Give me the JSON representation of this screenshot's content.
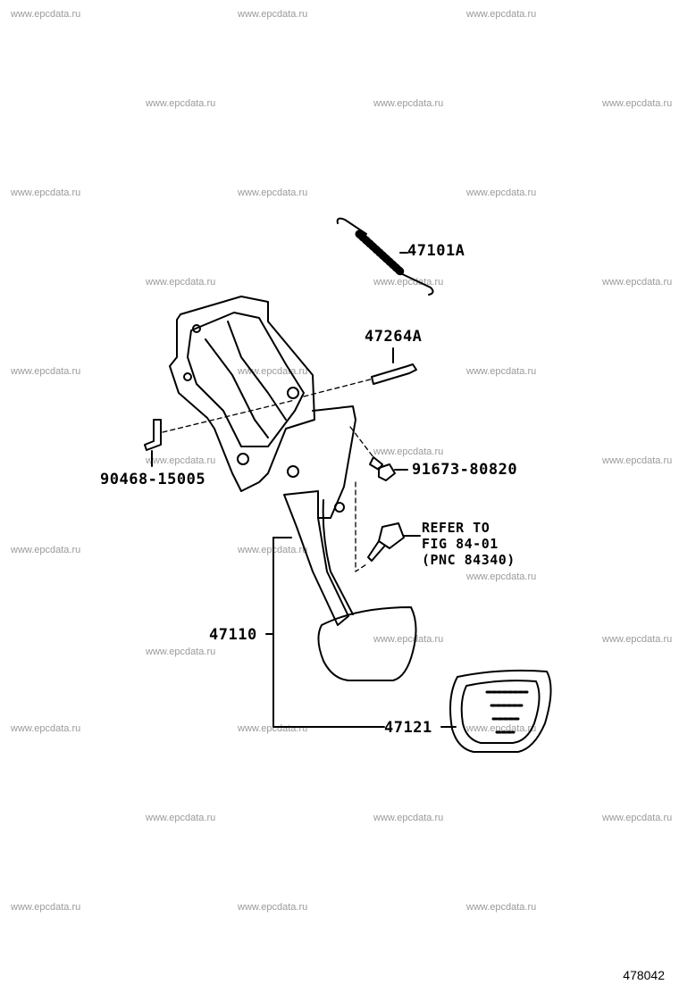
{
  "watermark": "www.epcdata.ru",
  "parts": {
    "spring": "47101A",
    "pin": "47264A",
    "clip": "90468-15005",
    "bolt": "91673-80820",
    "pedal_assy": "47110",
    "pedal_pad": "47121"
  },
  "reference": {
    "line1": "REFER TO",
    "line2": "FIG 84-01",
    "line3": "(PNC 84340)"
  },
  "figure_code": "478042"
}
